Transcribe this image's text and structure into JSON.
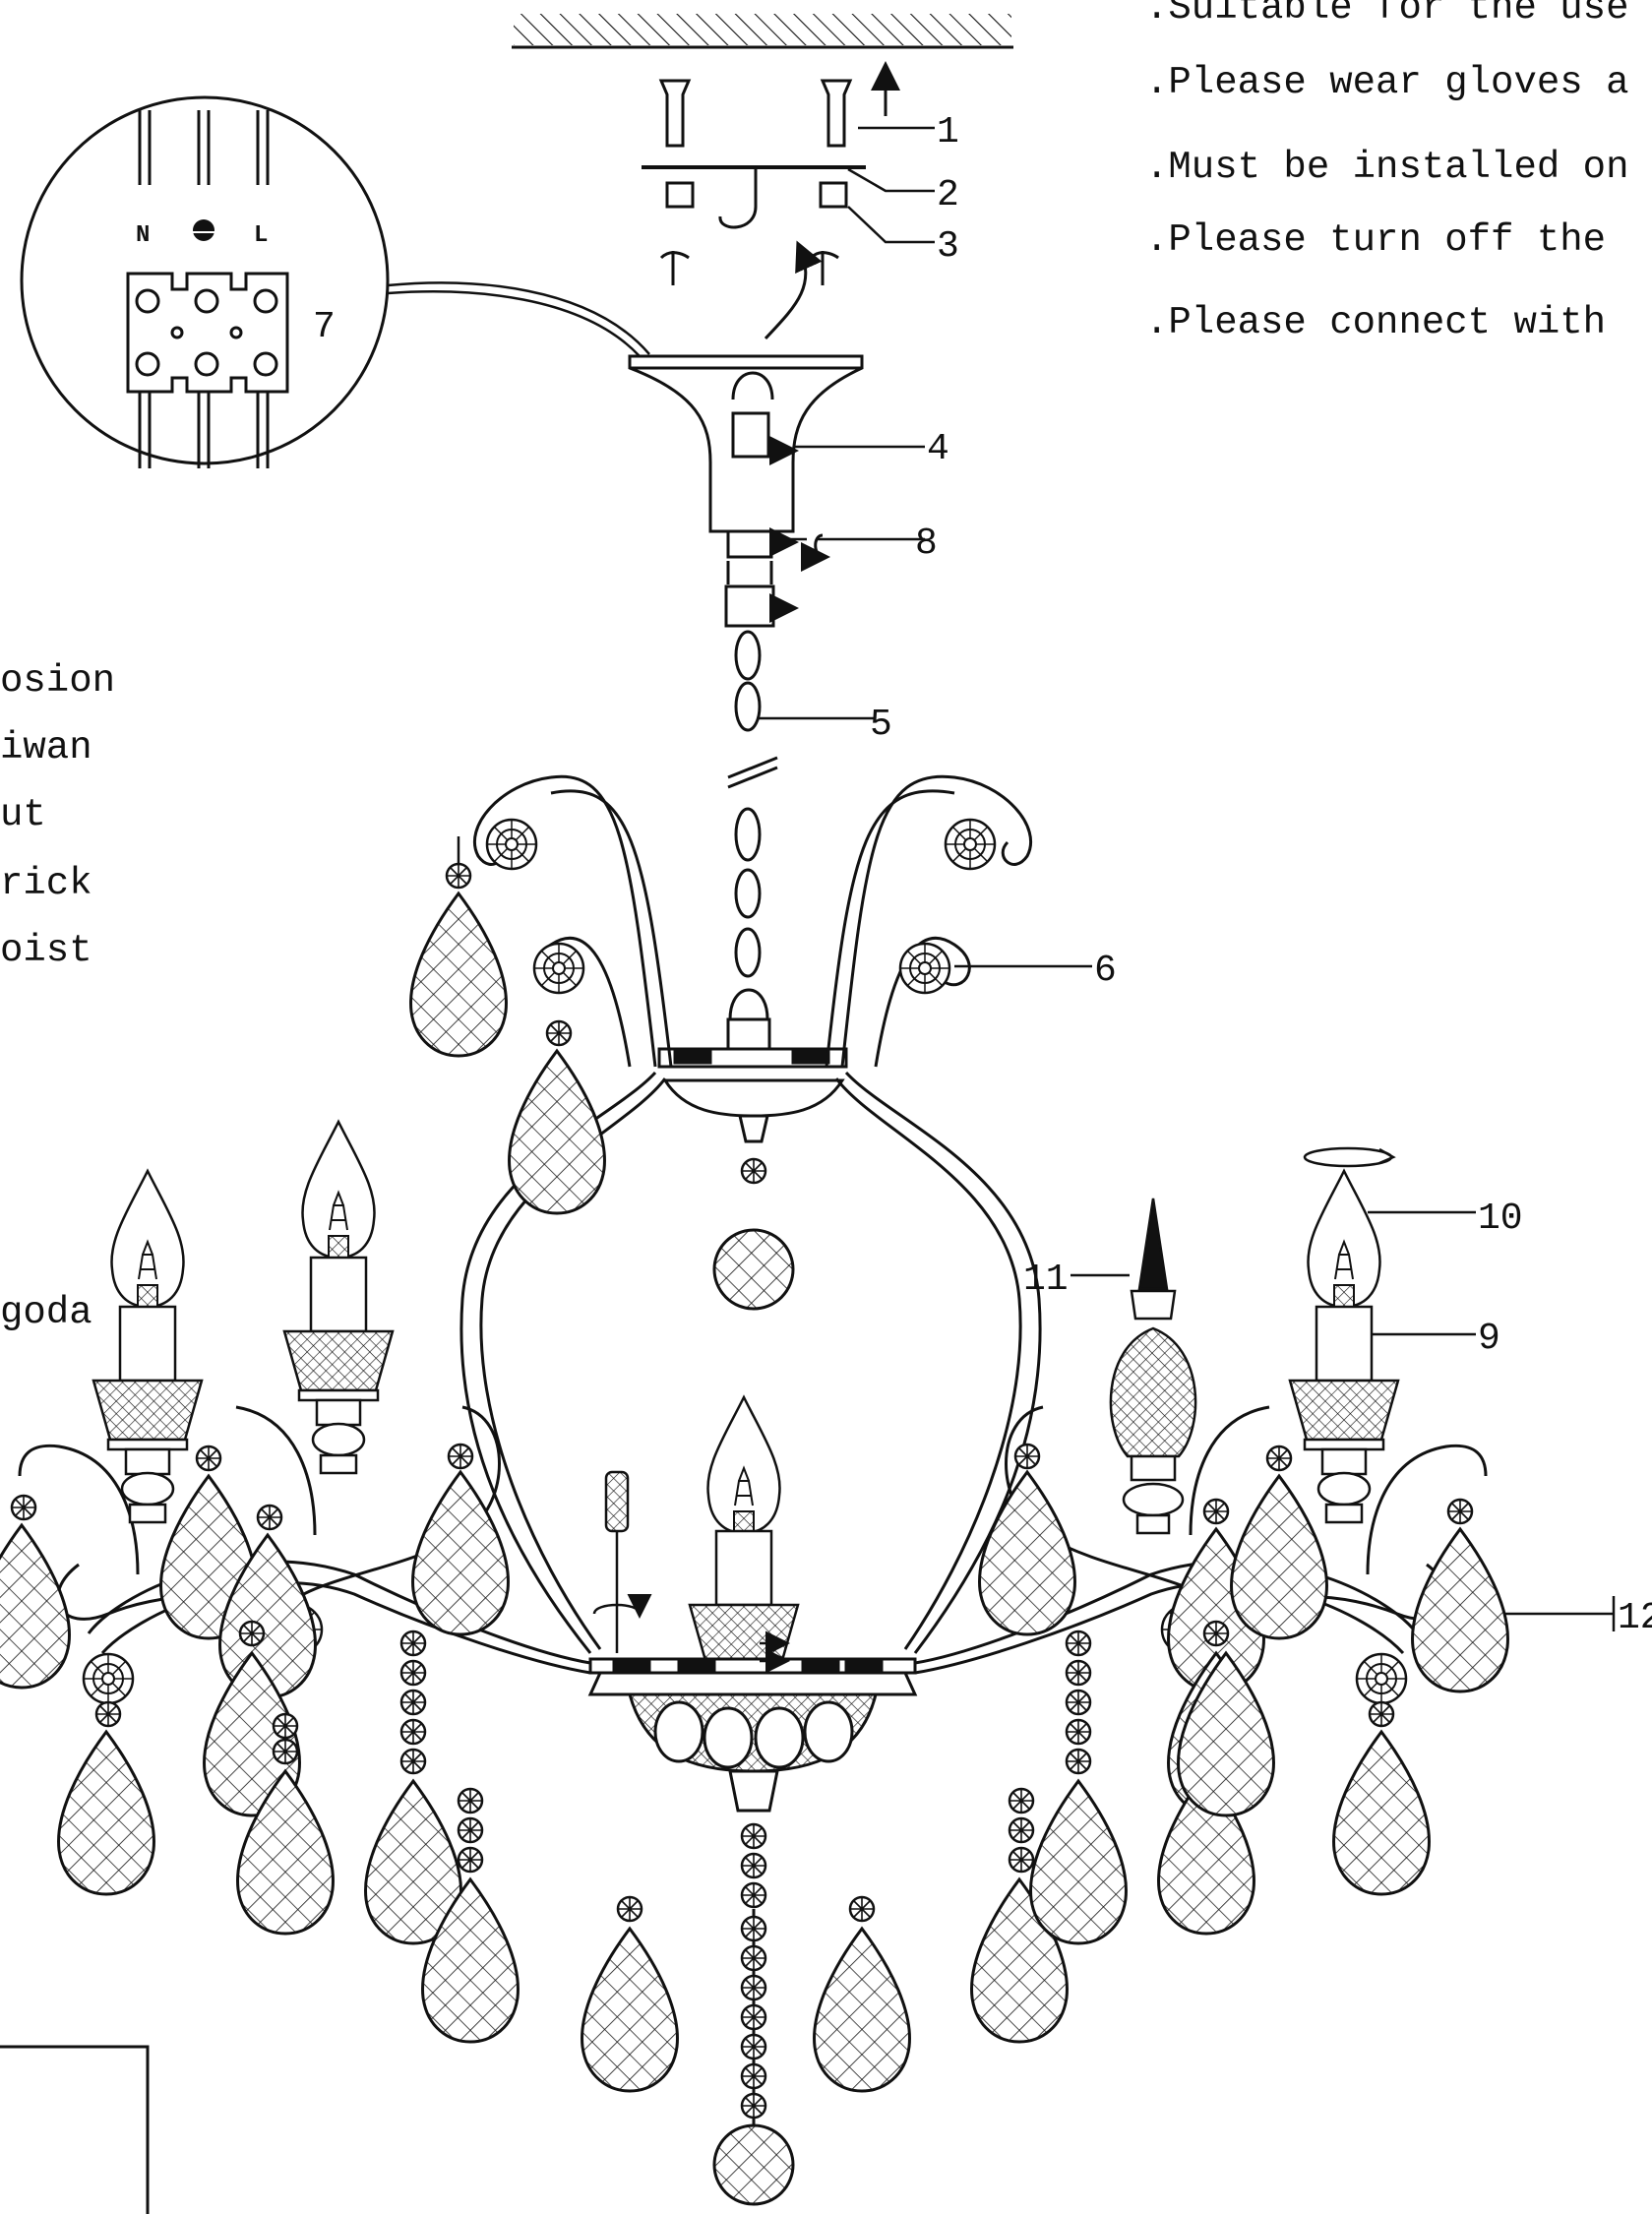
{
  "notes": [
    ".Suitable for the use",
    ".Please wear gloves a",
    ".Must be installed on",
    ".Please turn off the",
    ".Please connect with"
  ],
  "side_terms": [
    "osion",
    "iwan",
    "ut",
    "rick",
    "oist",
    "goda"
  ],
  "connector": {
    "labels": [
      "N",
      "L"
    ],
    "callout": "7"
  },
  "parts": [
    "1",
    "2",
    "3",
    "4",
    "5",
    "6",
    "8",
    "9",
    "10",
    "11",
    "12"
  ]
}
